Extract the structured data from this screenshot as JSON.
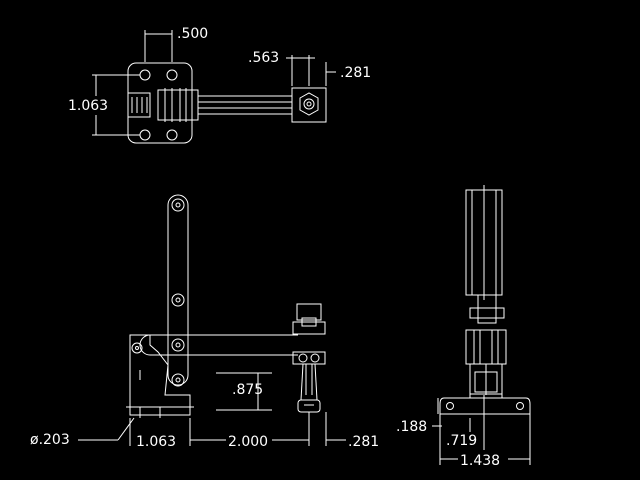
{
  "dimensions": {
    "top_bolt_spacing": ".500",
    "top_spindle_offset": ".563",
    "top_nut_width": ".281",
    "top_base_height": "1.063",
    "side_height": ".875",
    "hole_diameter": "ø.203",
    "base_length": "1.063",
    "arm_length": "2.000",
    "spindle_clearance": ".281",
    "end_height": ".188",
    "end_half_width": ".719",
    "end_width": "1.438"
  },
  "colors": {
    "background": "#000000",
    "line": "#ffffff"
  }
}
